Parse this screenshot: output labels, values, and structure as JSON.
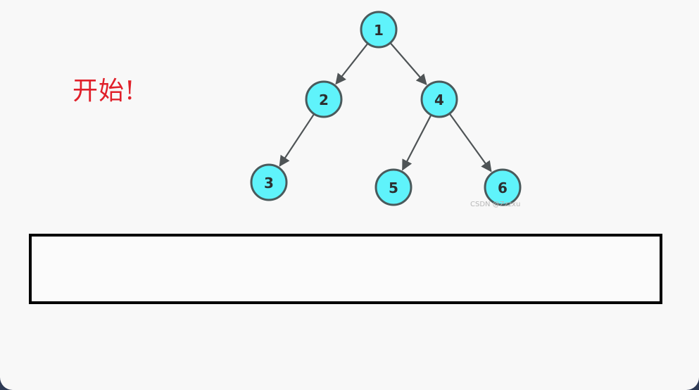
{
  "start_label": "开始!",
  "watermark": "CSDN @Zzzxu",
  "result_box": {
    "text": ""
  },
  "tree": {
    "nodes": [
      {
        "id": "1",
        "label": "1"
      },
      {
        "id": "2",
        "label": "2"
      },
      {
        "id": "4",
        "label": "4"
      },
      {
        "id": "3",
        "label": "3"
      },
      {
        "id": "5",
        "label": "5"
      },
      {
        "id": "6",
        "label": "6"
      }
    ],
    "edges": [
      {
        "from": "1",
        "to": "2"
      },
      {
        "from": "1",
        "to": "4"
      },
      {
        "from": "2",
        "to": "3"
      },
      {
        "from": "4",
        "to": "5"
      },
      {
        "from": "4",
        "to": "6"
      }
    ]
  },
  "colors": {
    "node_fill": "#5ff3fb",
    "node_stroke": "#4a5a5c",
    "start_label": "#e0202a"
  }
}
